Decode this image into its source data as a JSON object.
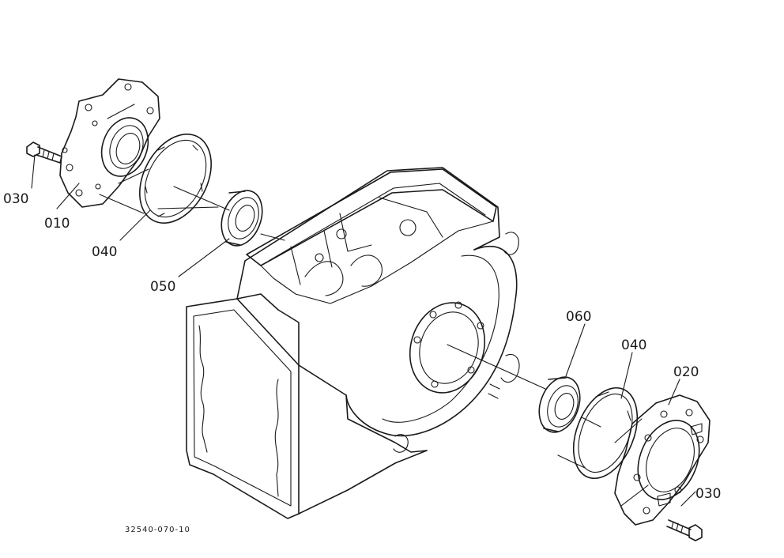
{
  "callouts": [
    {
      "id": "p030a",
      "label": "030"
    },
    {
      "id": "p010",
      "label": "010"
    },
    {
      "id": "p040a",
      "label": "040"
    },
    {
      "id": "p050",
      "label": "050"
    },
    {
      "id": "p060",
      "label": "060"
    },
    {
      "id": "p040b",
      "label": "040"
    },
    {
      "id": "p020",
      "label": "020"
    },
    {
      "id": "p030b",
      "label": "030"
    }
  ],
  "drawing_code": "32540-070-10",
  "colors": {
    "line": "#1a1a1a",
    "background": "#ffffff"
  }
}
